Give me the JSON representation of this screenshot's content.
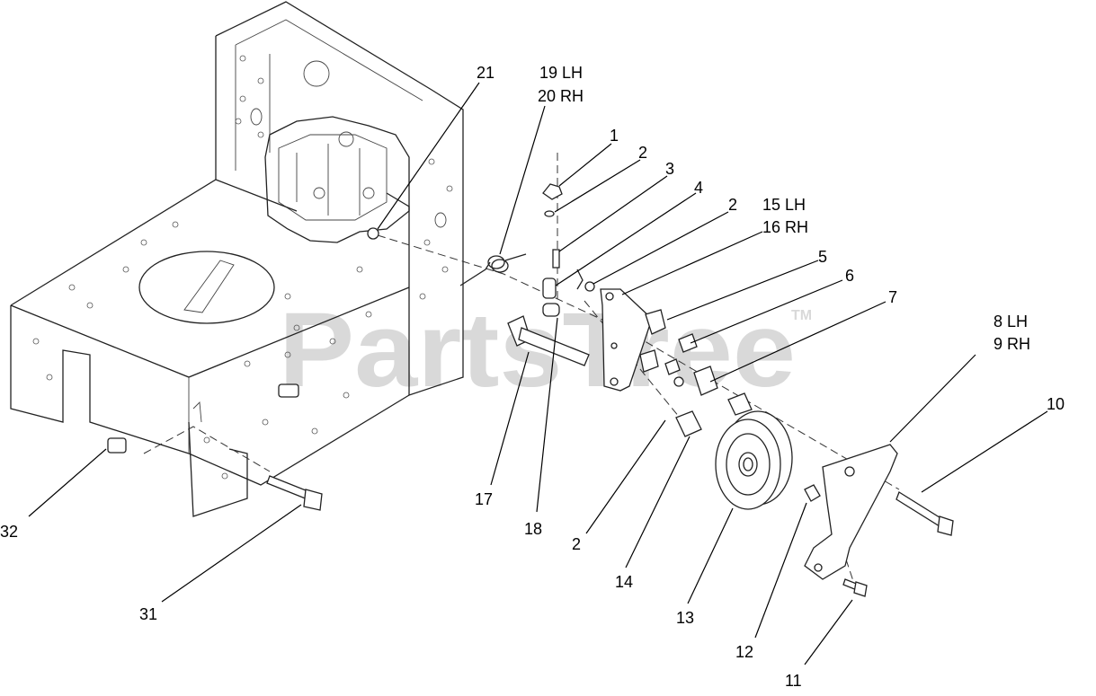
{
  "watermark": {
    "text": "PartsTree",
    "tm": "TM"
  },
  "callouts": [
    {
      "id": "c1",
      "text": "1"
    },
    {
      "id": "c2a",
      "text": "2"
    },
    {
      "id": "c3",
      "text": "3"
    },
    {
      "id": "c4",
      "text": "4"
    },
    {
      "id": "c2b",
      "text": "2"
    },
    {
      "id": "c15",
      "text": "15 LH"
    },
    {
      "id": "c16",
      "text": "16 RH"
    },
    {
      "id": "c5",
      "text": "5"
    },
    {
      "id": "c6",
      "text": "6"
    },
    {
      "id": "c7",
      "text": "7"
    },
    {
      "id": "c8",
      "text": "8 LH"
    },
    {
      "id": "c9",
      "text": "9 RH"
    },
    {
      "id": "c10",
      "text": "10"
    },
    {
      "id": "c19",
      "text": "19 LH"
    },
    {
      "id": "c20",
      "text": "20 RH"
    },
    {
      "id": "c21",
      "text": "21"
    },
    {
      "id": "c17",
      "text": "17"
    },
    {
      "id": "c18",
      "text": "18"
    },
    {
      "id": "c2c",
      "text": "2"
    },
    {
      "id": "c14",
      "text": "14"
    },
    {
      "id": "c13",
      "text": "13"
    },
    {
      "id": "c12",
      "text": "12"
    },
    {
      "id": "c11",
      "text": "11"
    },
    {
      "id": "c32",
      "text": "32"
    },
    {
      "id": "c31",
      "text": "31"
    }
  ]
}
